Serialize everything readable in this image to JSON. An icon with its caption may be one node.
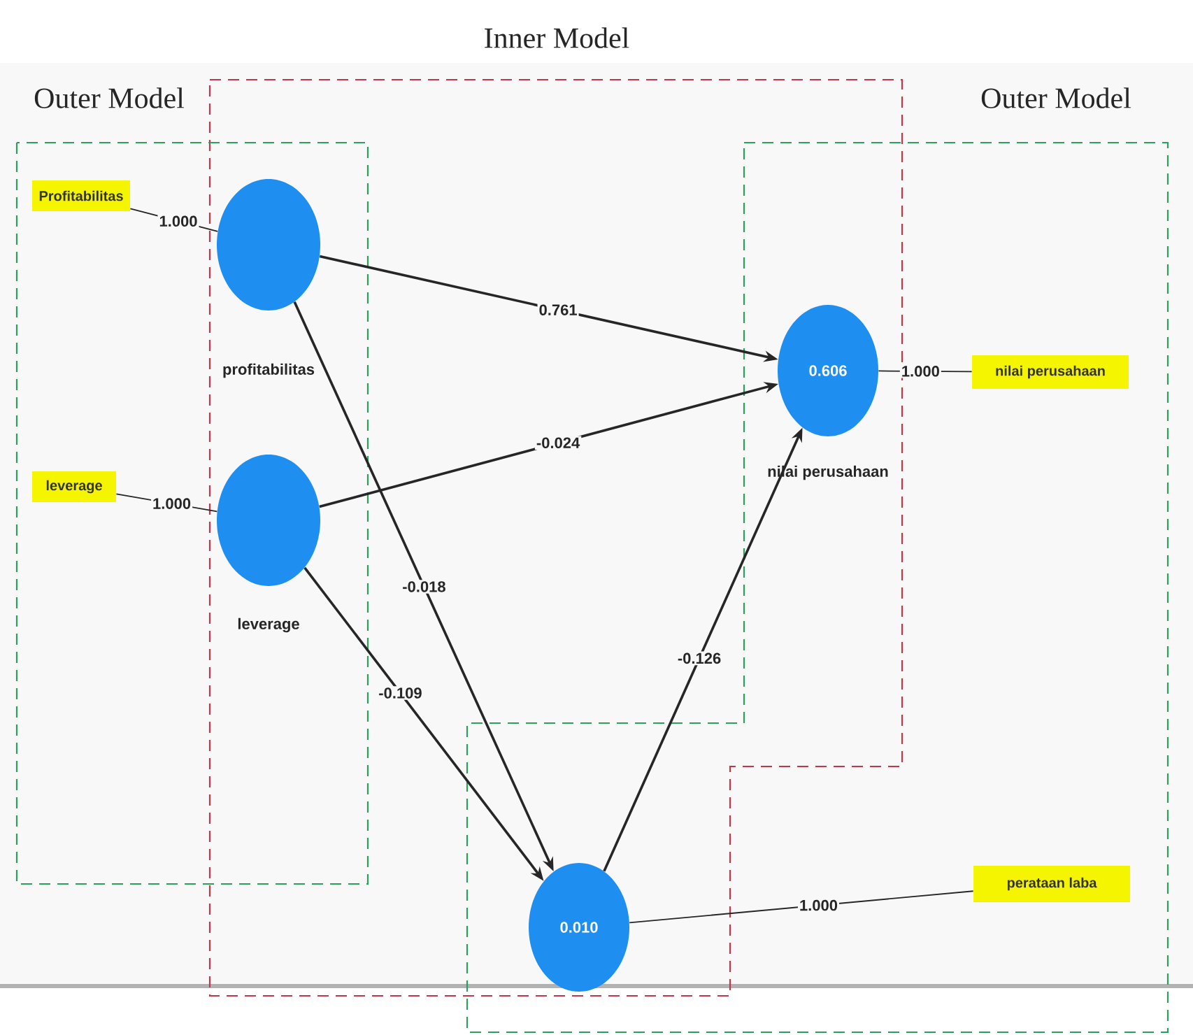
{
  "diagram": {
    "nodes": [
      {
        "text": [
          "Profitabilitas"
        ]
      },
      {
        "text": [
          "profitabilitas"
        ]
      },
      {
        "text": [
          "leverage"
        ]
      },
      {
        "text": [
          "leverage"
        ]
      },
      {
        "text": [
          "0.606",
          "nilai perusahaan"
        ]
      },
      {
        "text": [
          "nilai perusahaan"
        ]
      },
      {
        "text": [
          "0.010"
        ]
      },
      {
        "text": [
          "perataan laba"
        ]
      }
    ],
    "edges": [
      {
        "from": 0,
        "to": 1,
        "arrow": "none",
        "label": "1.000"
      },
      {
        "from": 2,
        "to": 3,
        "arrow": "none",
        "label": "1.000"
      },
      {
        "from": 4,
        "to": 5,
        "arrow": "none",
        "label": "1.000"
      },
      {
        "from": 6,
        "to": 7,
        "arrow": "none",
        "label": "1.000"
      },
      {
        "from": 1,
        "to": 4,
        "arrow": "to",
        "label": "0.761"
      },
      {
        "from": 3,
        "to": 4,
        "arrow": "to",
        "label": "-0.024"
      },
      {
        "from": 1,
        "to": 6,
        "arrow": "to",
        "label": "-0.018"
      },
      {
        "from": 3,
        "to": 6,
        "arrow": "to",
        "label": "-0.109"
      },
      {
        "from": 6,
        "to": 4,
        "arrow": "to",
        "label": "-0.126"
      }
    ],
    "labels": [
      "Inner Model",
      "Outer Model",
      "Outer Model"
    ]
  }
}
